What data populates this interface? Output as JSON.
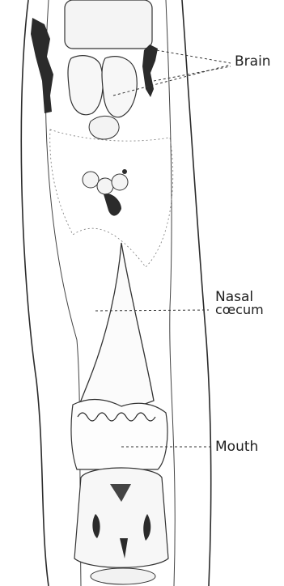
{
  "labels": {
    "brain": "Brain",
    "nasal_line1": "Nasal",
    "nasal_line2": "cœcum",
    "mouth": "Mouth"
  },
  "colors": {
    "ink": "#1f1f1f",
    "dark_tissue": "#2b2b2b",
    "stipple": "#8a8a8a"
  }
}
